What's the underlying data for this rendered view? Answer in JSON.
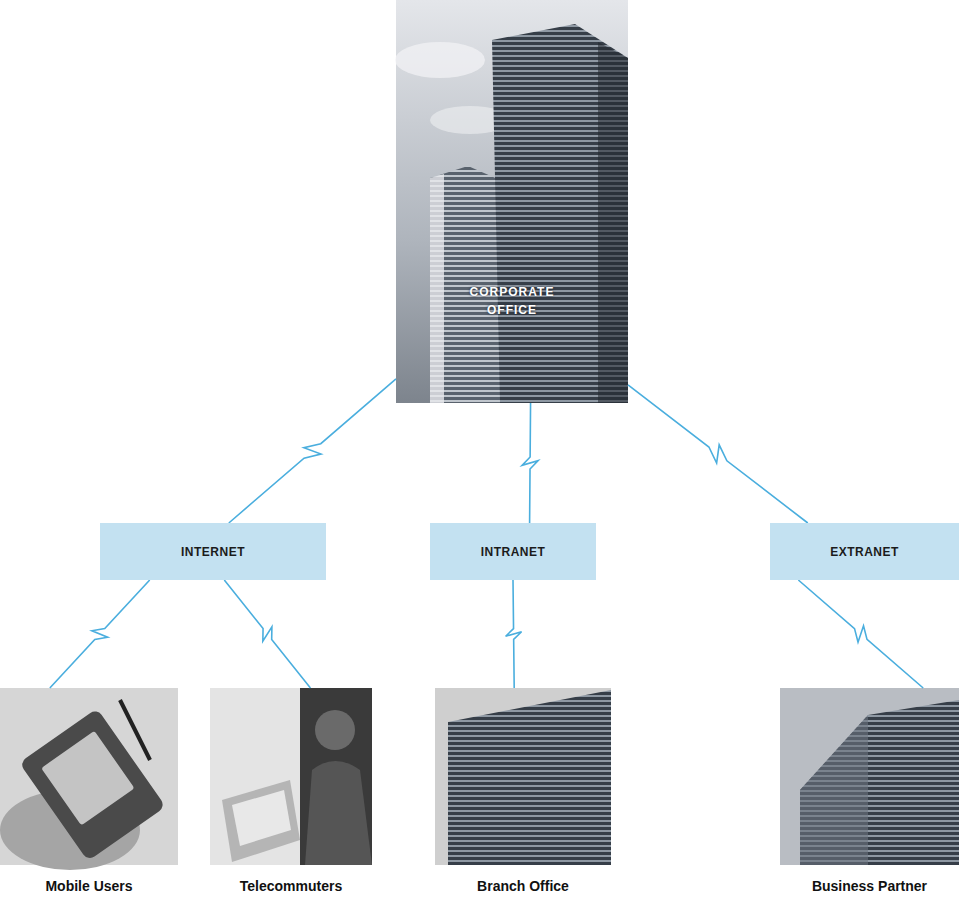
{
  "diagram": {
    "nodes": [
      {
        "text": [
          "CORPORATE OFFICE"
        ]
      },
      {
        "text": [
          "INTERNET"
        ]
      },
      {
        "text": [
          "INTRANET"
        ]
      },
      {
        "text": [
          "EXTRANET"
        ]
      },
      {
        "text": [
          "Mobile Users"
        ]
      },
      {
        "text": [
          "Telecommuters"
        ]
      },
      {
        "text": [
          "Branch Office"
        ]
      },
      {
        "text": [
          "Business Partner"
        ]
      }
    ],
    "edges": [
      {
        "from": 0,
        "to": 1,
        "arrow": "none"
      },
      {
        "from": 0,
        "to": 2,
        "arrow": "none"
      },
      {
        "from": 0,
        "to": 3,
        "arrow": "none"
      },
      {
        "from": 1,
        "to": 4,
        "arrow": "none"
      },
      {
        "from": 1,
        "to": 5,
        "arrow": "none"
      },
      {
        "from": 2,
        "to": 6,
        "arrow": "none"
      },
      {
        "from": 3,
        "to": 7,
        "arrow": "none"
      }
    ]
  }
}
